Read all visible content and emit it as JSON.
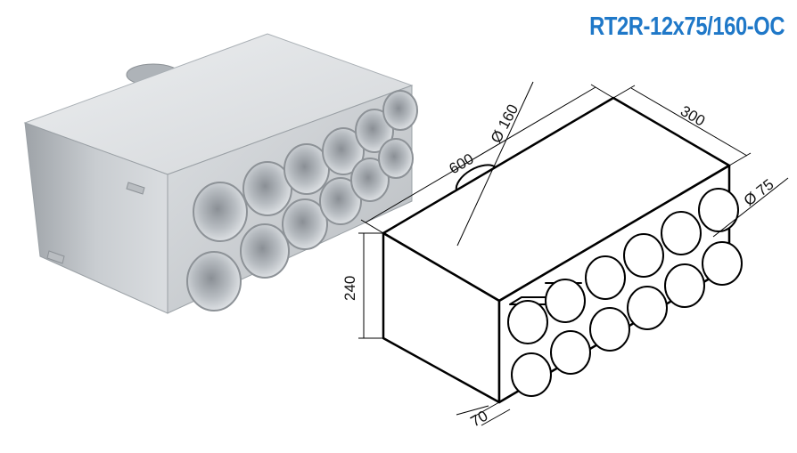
{
  "title": "RT2R-12x75/160-OC",
  "colors": {
    "title": "#1f78c8",
    "line": "#000000",
    "metal": "#c8ccd0"
  },
  "dimensions": {
    "length": "600",
    "width": "300",
    "height": "240",
    "inlet_diameter": "Ø 160",
    "outlet_diameter": "Ø 75",
    "spigot_length": "70"
  },
  "outlets": {
    "rows": 2,
    "per_row": 6,
    "total": 12
  }
}
